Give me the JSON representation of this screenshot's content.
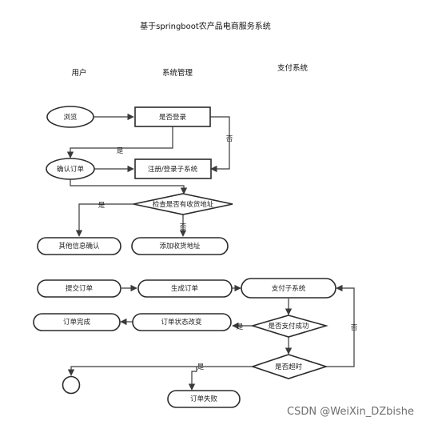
{
  "title": "基于springboot农产品电商服务系统",
  "lanes": {
    "user": "用户",
    "system": "系统管理",
    "payment": "支付系统"
  },
  "nodes": {
    "browse": "浏览",
    "is_logged_in": "是否登录",
    "confirm_order": "确认订单",
    "register_login": "注册/登录子系统",
    "check_address": "检查是否有收货地址",
    "other_info_confirm": "其他信息确认",
    "add_address": "添加收货地址",
    "submit_order": "提交订单",
    "generate_order": "生成订单",
    "payment_subsystem": "支付子系统",
    "order_complete": "订单完成",
    "order_status_change": "订单状态改变",
    "payment_success": "是否支付成功",
    "timeout": "是否超时",
    "order_failed": "订单失败"
  },
  "edge_labels": {
    "yes": "是",
    "no": "否"
  },
  "watermark": "CSDN @WeiXin_DZbishe"
}
